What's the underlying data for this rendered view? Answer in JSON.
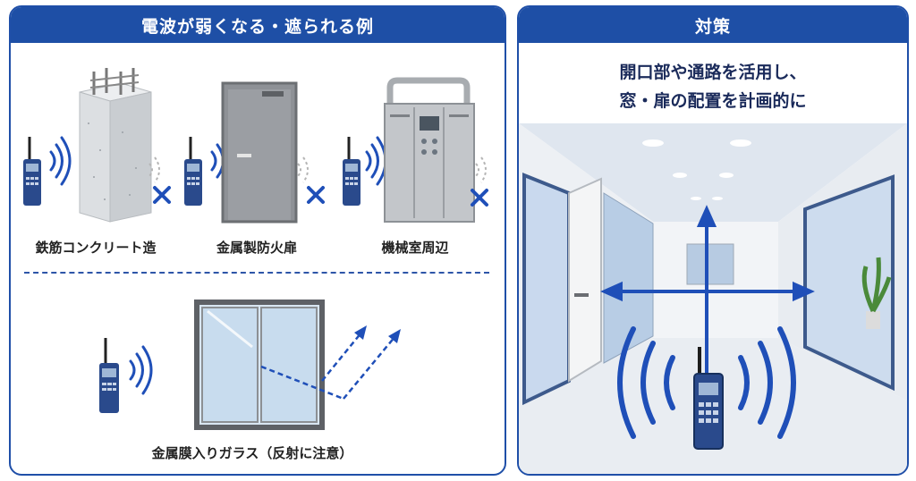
{
  "left_panel": {
    "title": "電波が弱くなる・遮られる例",
    "items": [
      {
        "label": "鉄筋コンクリート造"
      },
      {
        "label": "金属製防火扉"
      },
      {
        "label": "機械室周辺"
      }
    ],
    "bottom_label": "金属膜入りガラス（反射に注意）"
  },
  "right_panel": {
    "title": "対策",
    "subtitle_line1": "開口部や通路を活用し、",
    "subtitle_line2": "窓・扉の配置を計画的に"
  },
  "colors": {
    "accent": "#1e4fa6",
    "cross": "#1f4fb8",
    "radio": "#2a4a8c"
  }
}
